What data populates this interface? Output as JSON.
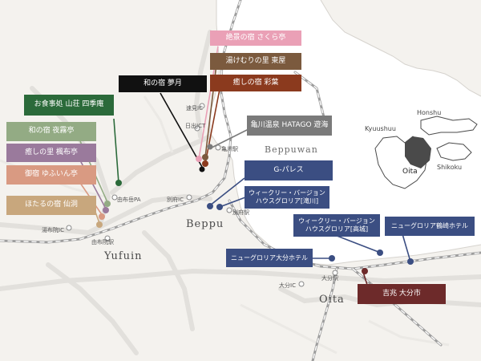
{
  "colors": {
    "background": "#f4f2ee",
    "road": "#e2e0dc",
    "rail": "#9d9d9d",
    "sea": "#ffffff",
    "navy": "#3b4e82",
    "gray_brown": "#7a7a7a",
    "brown": "#7b5a3e",
    "rust": "#8b3a1e",
    "pink": "#eaa0b6",
    "black": "#111111",
    "green": "#2b6a3a",
    "light_green": "#93ab84",
    "mauve": "#9a7a9c",
    "salmon": "#d99a82",
    "tan": "#c8a77d",
    "maroon": "#6d2a2a"
  },
  "labels": [
    {
      "id": "keshiki",
      "text": "絶景の宿 さくら亭",
      "color": "pink"
    },
    {
      "id": "yukemuri",
      "text": "湯けむりの里 東屋",
      "color": "brown"
    },
    {
      "id": "iyashi-ayaha",
      "text": "癒しの宿 彩葉",
      "color": "rust"
    },
    {
      "id": "wanoyado-mutsuki",
      "text": "和の宿 夢月",
      "color": "black"
    },
    {
      "id": "oshokuji-shikian",
      "text": "お食事処 山荘 四季庵",
      "color": "green"
    },
    {
      "id": "wanoyado-hangetsu",
      "text": "和の宿 夜霧亭",
      "color": "light_green"
    },
    {
      "id": "iyashi-satokan",
      "text": "癒しの里 楓布亭",
      "color": "mauve"
    },
    {
      "id": "goyado-yufuin",
      "text": "御宿 ゆふいん亭",
      "color": "salmon"
    },
    {
      "id": "hotaru",
      "text": "ほたるの宿 仙洞",
      "color": "tan"
    },
    {
      "id": "hatago",
      "text": "亀川温泉 HATAGO 遊海",
      "color": "gray_brown"
    },
    {
      "id": "g-palace",
      "text": "G-パレス",
      "color": "navy"
    },
    {
      "id": "weekly-takigawa",
      "text": "ウィークリー・バージョン\nハウスグロリア[滝川]",
      "color": "navy"
    },
    {
      "id": "weekly-takajo",
      "text": "ウィークリー・バージョン\nハウスグロリア[高城]",
      "color": "navy"
    },
    {
      "id": "new-gloria-tsurusaki",
      "text": "ニューグロリア鶴崎ホテル",
      "color": "navy"
    },
    {
      "id": "new-gloria-oita",
      "text": "ニューグロリア大分ホテル",
      "color": "navy"
    },
    {
      "id": "kitcho",
      "text": "吉兆 大分市",
      "color": "maroon"
    }
  ],
  "stations": [
    {
      "id": "yufuin-station",
      "text": "由布院駅"
    },
    {
      "id": "yufuin-ic",
      "text": "湯布院IC"
    },
    {
      "id": "yufudake-pa",
      "text": "由布岳PA"
    },
    {
      "id": "beppu-ic",
      "text": "別府IC"
    },
    {
      "id": "hiji-jct",
      "text": "日出JCT"
    },
    {
      "id": "hayami-ic",
      "text": "速見IC"
    },
    {
      "id": "kamegawa-station",
      "text": "亀川駅"
    },
    {
      "id": "beppu-station",
      "text": "別府駅"
    },
    {
      "id": "oita-station",
      "text": "大分駅"
    },
    {
      "id": "oita-ic",
      "text": "大分IC"
    }
  ],
  "cities": {
    "yufuin": "Yufuin",
    "beppu": "Beppu",
    "oita": "Oita"
  },
  "bay": "Beppuwan",
  "inset": {
    "kyushu": "Kyuushuu",
    "honshu": "Honshu",
    "shikoku": "Shikoku",
    "oita": "Oita"
  }
}
